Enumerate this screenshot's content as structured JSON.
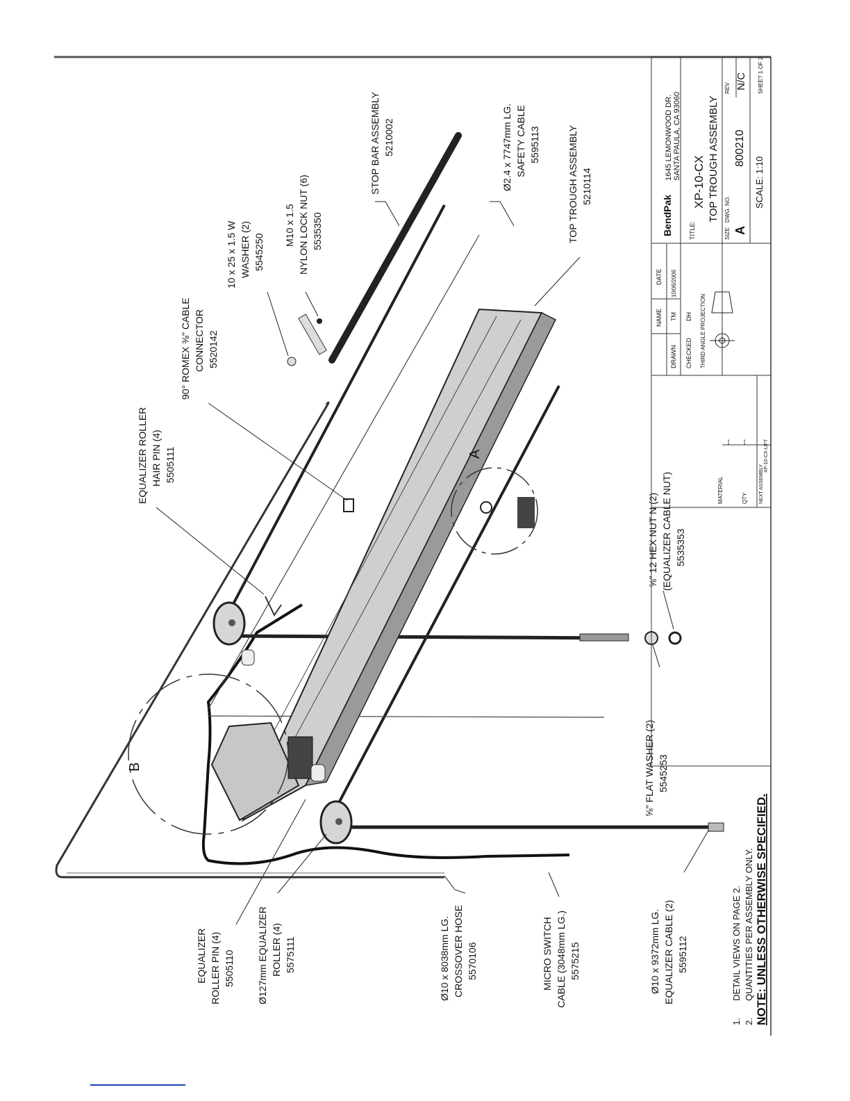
{
  "labels": {
    "stop_bar": [
      "STOP BAR ASSEMBLY",
      "5210002"
    ],
    "safety_cable": [
      "Ø2.4 x 7747mm LG.",
      "SAFETY CABLE",
      "5595113"
    ],
    "top_trough": [
      "TOP TROUGH ASSEMBLY",
      "5210114"
    ],
    "lock_nut": [
      "M10 x 1.5",
      "NYLON LOCK NUT (6)",
      "5535350"
    ],
    "washer": [
      "10 x 25 x 1.5 W",
      "WASHER (2)",
      "5545250"
    ],
    "romex": [
      "90° ROMEX ⅜\" CABLE",
      "CONNECTOR",
      "5520142"
    ],
    "hair_pin": [
      "EQUALIZER ROLLER",
      "HAIR PIN (4)",
      "5505111"
    ],
    "hex_nut": [
      "⅝\" 12 HEX NUT N (2)",
      "(EQUALIZER CABLE NUT)",
      "5535353"
    ],
    "flat_washer": [
      "⅝\" FLAT WASHER (2)",
      "5545253"
    ],
    "roller_pin": [
      "EQUALIZER",
      "ROLLER PIN (4)",
      "5505110"
    ],
    "roller": [
      "Ø127mm EQUALIZER",
      "ROLLER (4)",
      "5575111"
    ],
    "crossover_hose": [
      "Ø10 x 8038mm LG.",
      "CROSSOVER HOSE",
      "5570106"
    ],
    "micro_switch": [
      "MICRO SWITCH",
      "CABLE (3048mm LG.)",
      "5575215"
    ],
    "equalizer_cable": [
      "Ø10 x 9372mm LG.",
      "EQUALIZER CABLE (2)",
      "5595112"
    ]
  },
  "detail_labels": {
    "a": "A",
    "b": "B"
  },
  "notes": {
    "n1": "DETAIL VIEWS ON PAGE 2.",
    "n2": "QUANTITIES PER ASSEMBLY ONLY.",
    "num1": "1.",
    "num2": "2.",
    "heading": "NOTE: UNLESS OTHERWISE SPECIFIED."
  },
  "title_block": {
    "company": "BendPak",
    "address": [
      "1645 LEMONWOOD DR.",
      "SANTA PAULA, CA 93060"
    ],
    "title_label": "TITLE:",
    "title": [
      "XP-10-CX",
      "TOP TROUGH ASSEMBLY"
    ],
    "size_label": "SIZE",
    "size": "A",
    "dwg_no_label": "DWG. NO.",
    "dwg_no": "800210",
    "rev_label": "REV",
    "rev": "N/C",
    "scale": "SCALE: 1:10",
    "sheet": "SHEET 1 OF 2",
    "name_label": "NAME",
    "date_label": "DATE",
    "drawn_label": "DRAWN",
    "drawn_name": "TM",
    "drawn_date": "10/06/2006",
    "checked_label": "CHECKED",
    "checked_name": "DH",
    "projection": "THIRD ANGLE PROJECTION",
    "material_label": "MATERIAL",
    "material": "--",
    "qty_label": "QTY",
    "qty": "--",
    "next_assembly_label": "NEXT ASSEMBLY",
    "next_assembly": "XP-10-CX-LIFT"
  }
}
